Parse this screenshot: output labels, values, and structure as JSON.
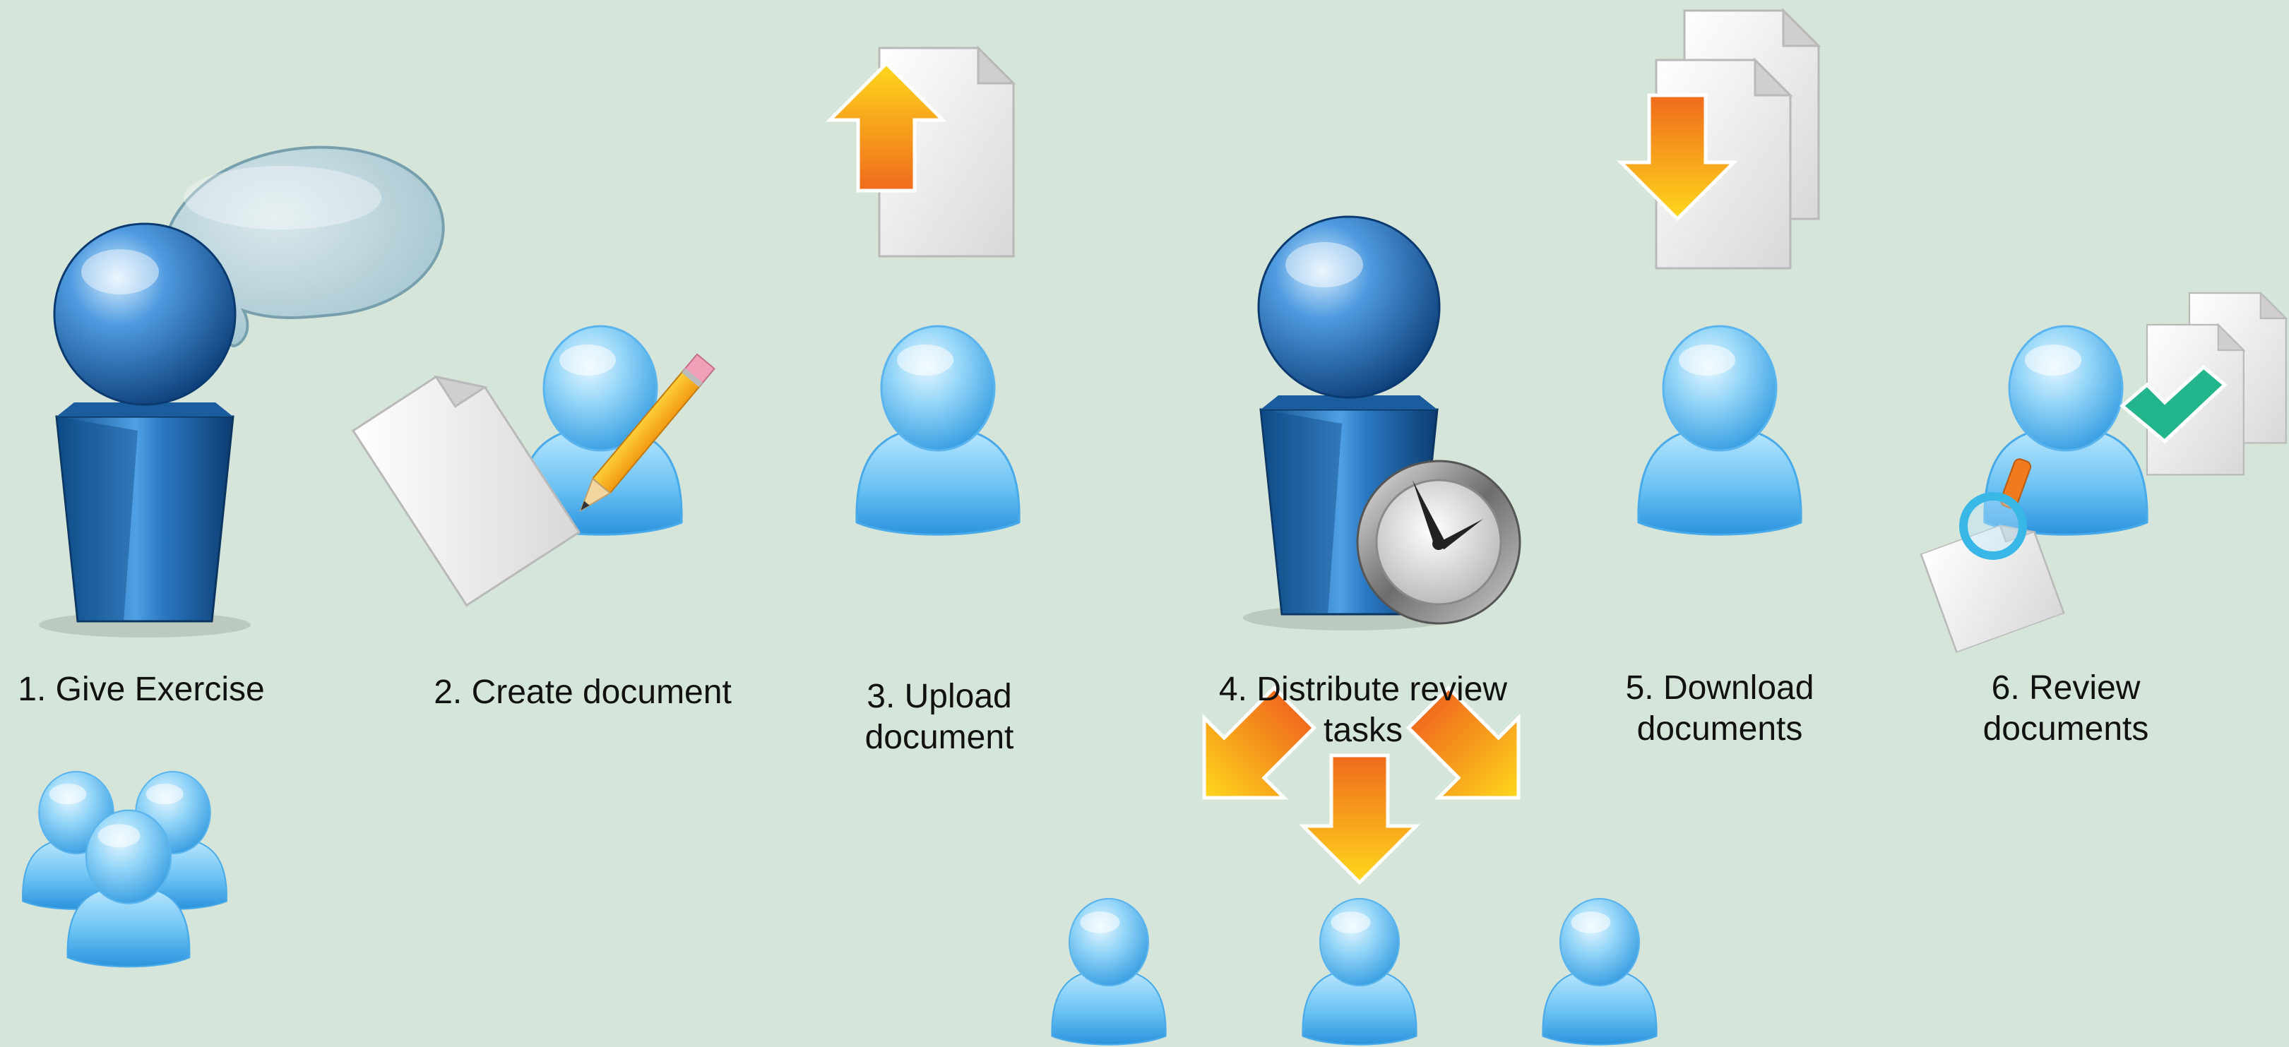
{
  "steps": [
    {
      "label": "1. Give Exercise"
    },
    {
      "label": "2. Create document"
    },
    {
      "label": "3. Upload",
      "label2": "document"
    },
    {
      "label": "4. Distribute review",
      "label2": "tasks"
    },
    {
      "label": "5. Download",
      "label2": "documents"
    },
    {
      "label": "6. Review",
      "label2": "documents"
    }
  ],
  "colors": {
    "background": "#d6e5d9",
    "person_light": "#8fd3f7",
    "person_dark": "#2f9be0",
    "pillar": "#1f66a8",
    "arrow_top": "#f07a1e",
    "arrow_bottom": "#ffd21a",
    "paper": "#efefef",
    "check": "#1fb88f"
  }
}
